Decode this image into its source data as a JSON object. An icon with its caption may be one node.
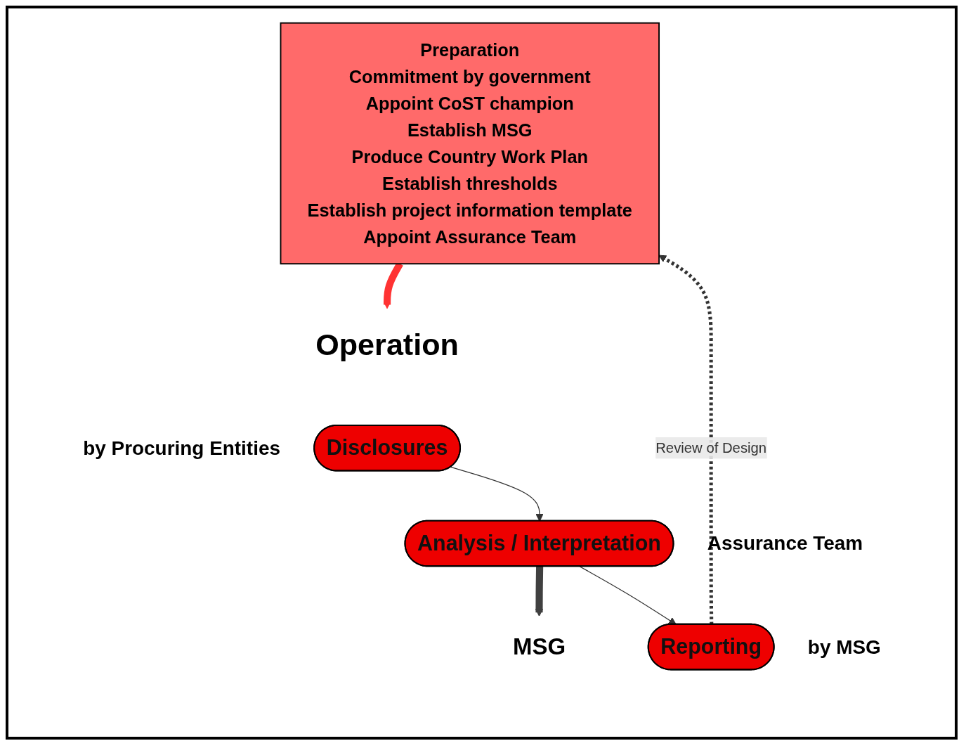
{
  "diagram": {
    "nodes": [
      {
        "text": [
          "Preparation",
          "Commitment by government",
          "Appoint CoST champion",
          "Establish MSG",
          "Produce Country Work Plan",
          "Establish thresholds",
          "Establish project information template",
          "Appoint Assurance Team"
        ]
      },
      {
        "text": [
          "Operation"
        ]
      },
      {
        "text": [
          "Disclosures"
        ],
        "beside": [
          "by Procuring Entities"
        ]
      },
      {
        "text": [
          "Analysis / Interpretation"
        ],
        "beside": [
          "Assurance Team"
        ]
      },
      {
        "text": [
          "MSG"
        ]
      },
      {
        "text": [
          "Reporting"
        ],
        "beside": [
          "by MSG"
        ]
      }
    ],
    "edges": [
      {
        "from": 0,
        "to": 1,
        "arrow": "to",
        "style": "thick",
        "color": "#ff3333"
      },
      {
        "from": 2,
        "to": 3,
        "arrow": "to"
      },
      {
        "from": 3,
        "to": 4,
        "arrow": "to",
        "style": "thick",
        "color": "#404040"
      },
      {
        "from": 3,
        "to": 5,
        "arrow": "to"
      },
      {
        "from": 5,
        "to": 0,
        "arrow": "to",
        "style": "dashed",
        "label": "Review of Design"
      }
    ]
  }
}
